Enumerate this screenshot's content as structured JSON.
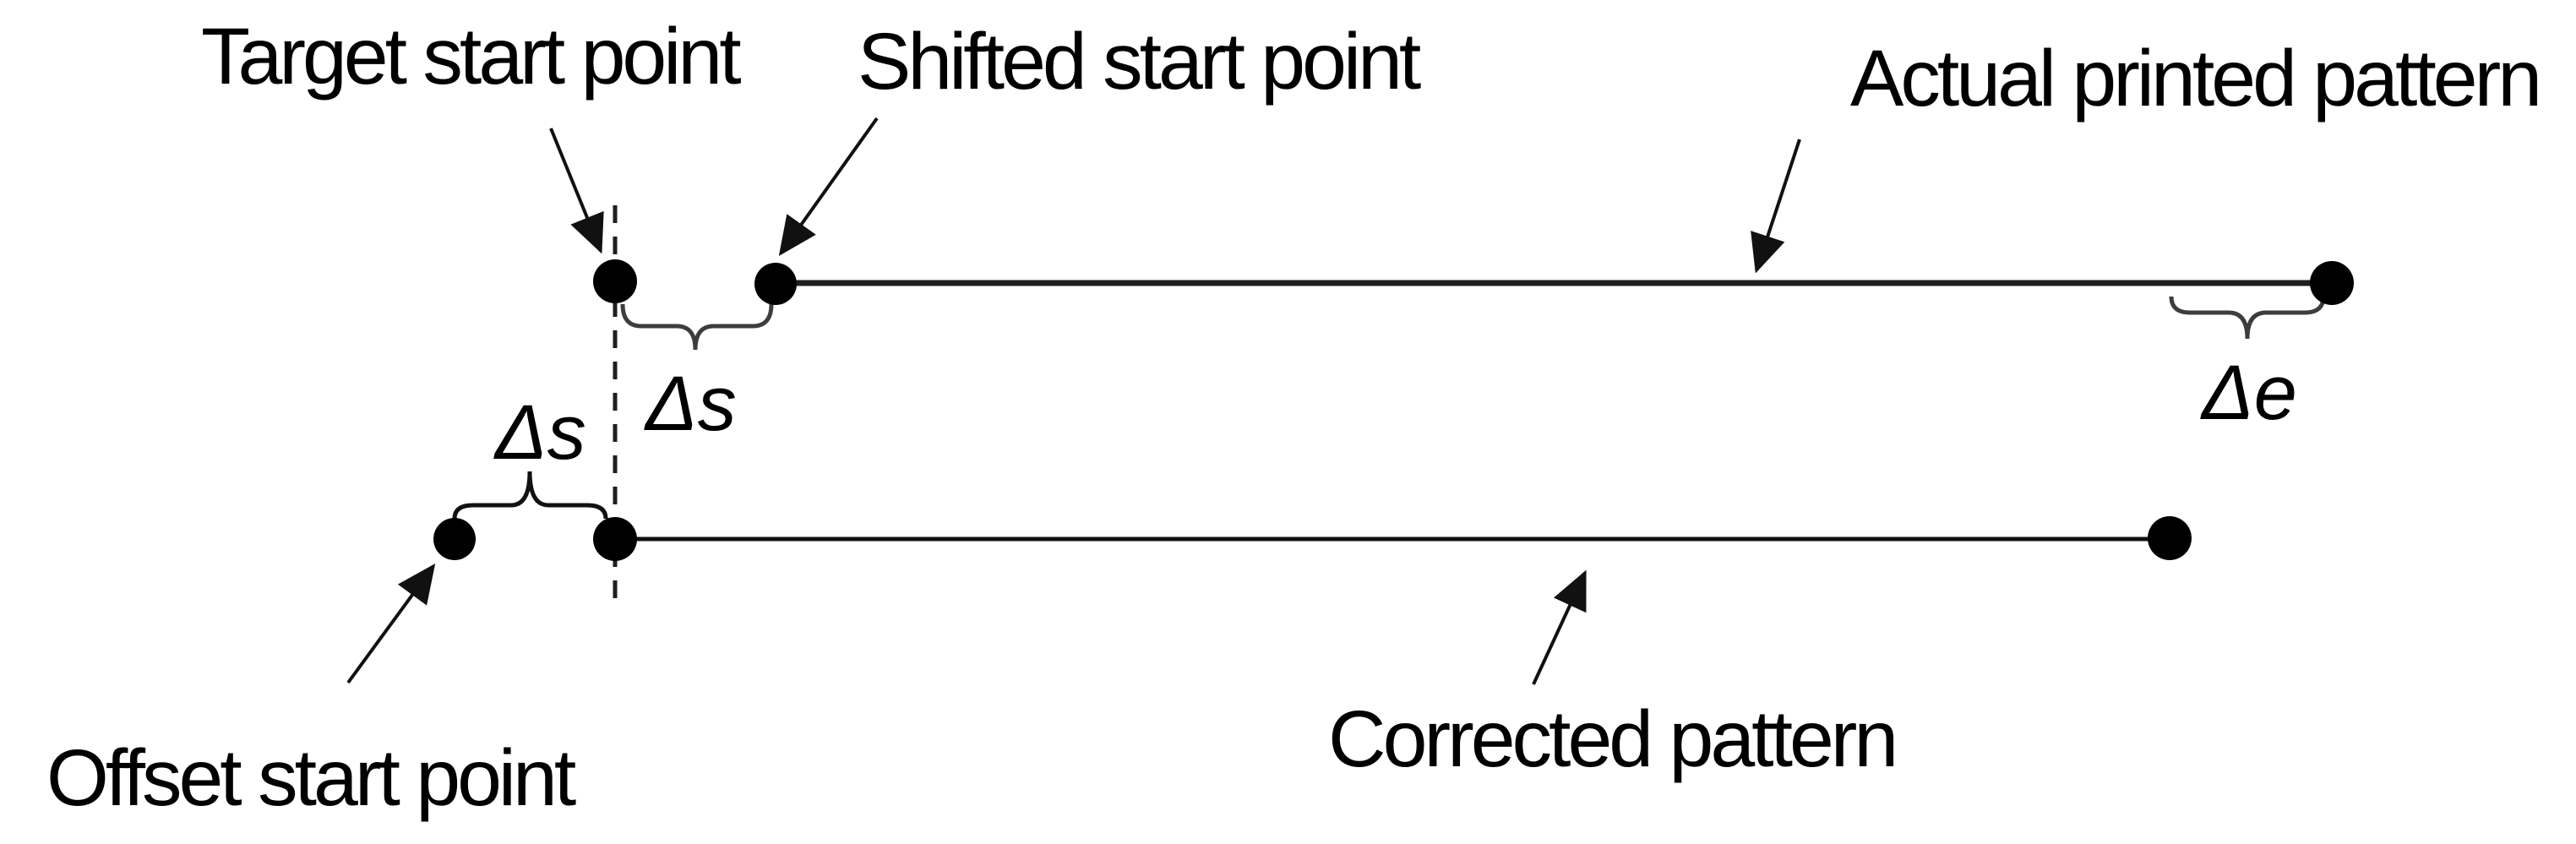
{
  "figure": {
    "title_hint": "start/end position error correction diagram for printed pattern",
    "background": "#ffffff",
    "colors": {
      "line": "#1f1f1f",
      "brace": "#3d3d3d",
      "text": "#000000",
      "dot": "#000000"
    },
    "labels": {
      "target_start": "Target start point",
      "shifted_start": "Shifted start point",
      "actual_pattern": "Actual printed pattern",
      "offset_start": "Offset start point",
      "corrected_pattern": "Corrected pattern",
      "delta_s": "Δs",
      "delta_e": "Δe"
    },
    "elements": {
      "rows": [
        {
          "name": "actual printed pattern line",
          "from_dot": "shifted start point",
          "to_dot": "actual printed end"
        },
        {
          "name": "corrected pattern line",
          "from_dot": "corrected start (at target position)",
          "to_dot": "corrected end"
        }
      ],
      "annotations": [
        {
          "symbol": "Δs",
          "meaning": "shift between target start point and shifted start point"
        },
        {
          "symbol": "Δs",
          "meaning": "offset between offset start point and target position"
        },
        {
          "symbol": "Δe",
          "meaning": "end-position error between corrected end and actual printed end"
        }
      ],
      "dashed_line": "vertical reference through target start point"
    }
  }
}
